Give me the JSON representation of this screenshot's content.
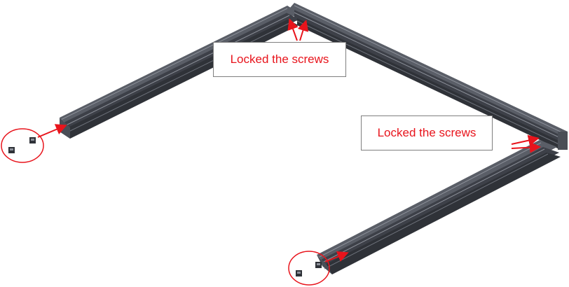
{
  "annotations": {
    "top_label": "Locked the screws",
    "right_label": "Locked the screws"
  },
  "colors": {
    "annotation_red": "#e8141c",
    "rail_dark": "#3d4048",
    "rail_mid": "#5a5e67",
    "rail_light": "#8d919a",
    "box_border": "#7f7f7f"
  },
  "icons": [
    "extrusion-rail",
    "t-nut",
    "arrow",
    "highlight-circle"
  ]
}
